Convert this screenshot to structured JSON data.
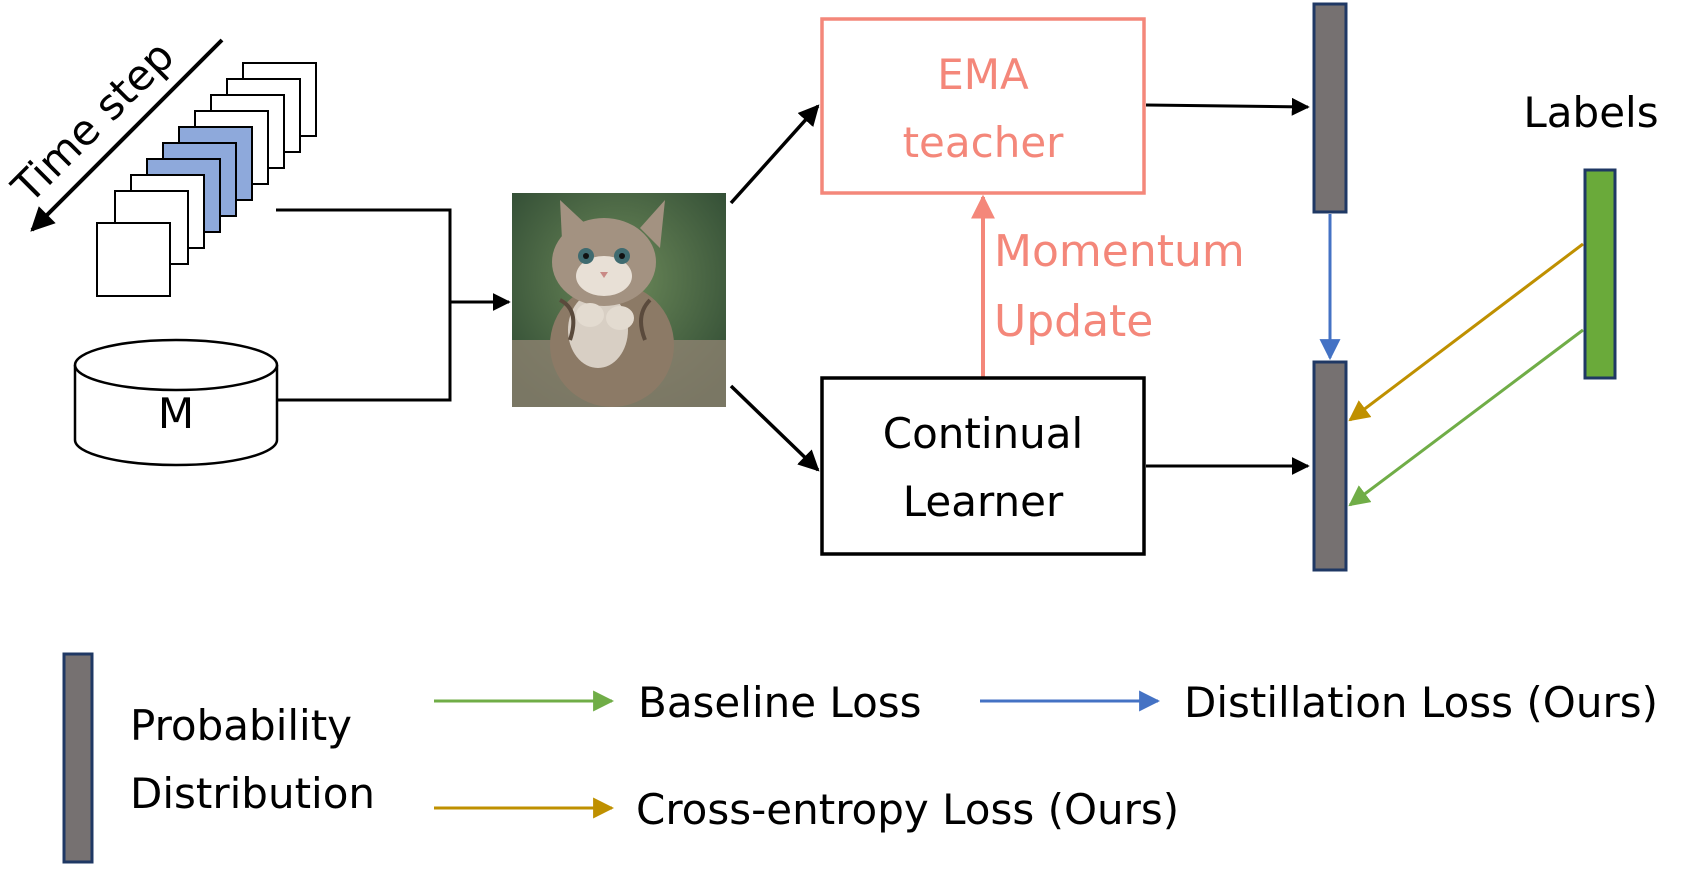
{
  "diagram": {
    "time_step_label": "Time step",
    "memory_label": "M",
    "ema_teacher": {
      "line1": "EMA",
      "line2": "teacher"
    },
    "momentum_update": {
      "line1": "Momentum",
      "line2": "Update"
    },
    "continual_learner": {
      "line1": "Continual",
      "line2": "Learner"
    },
    "labels": "Labels"
  },
  "legend": {
    "probability_line1": "Probability",
    "probability_line2": "Distribution",
    "baseline_loss": "Baseline Loss",
    "distillation_loss": "Distillation Loss (Ours)",
    "cross_entropy_loss": "Cross-entropy Loss (Ours)"
  },
  "colors": {
    "ema": "#f4877a",
    "frame_blue": "#8ea9db",
    "prob_gray": "#767171",
    "prob_border": "#1f3864",
    "label_green": "#6aaa3a",
    "baseline_green": "#70ad47",
    "distill_blue": "#4472c4",
    "crossentropy_gold": "#bf9000"
  }
}
